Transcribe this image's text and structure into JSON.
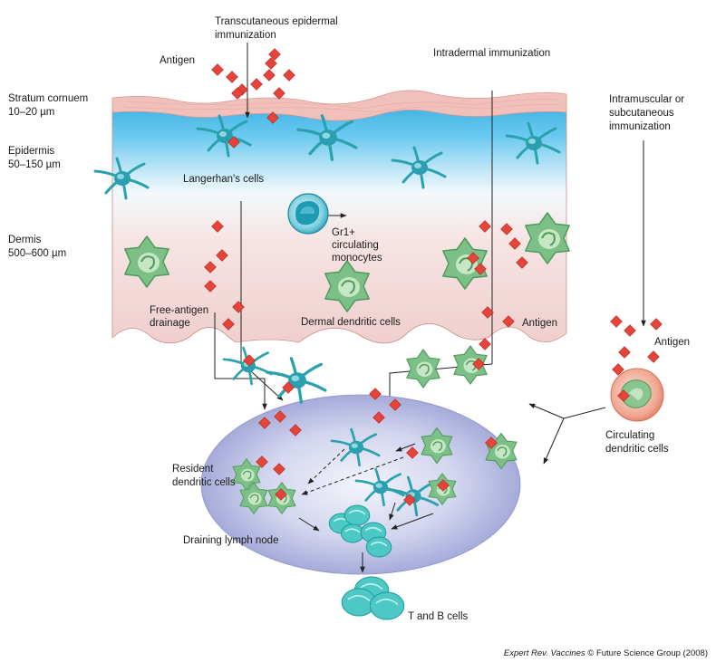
{
  "labels": {
    "transcutaneous": [
      "Transcutaneous epidermal",
      "immunization"
    ],
    "antigen_top": "Antigen",
    "intradermal": "Intradermal immunization",
    "stratum": [
      "Stratum cornuem",
      "10–20 µm"
    ],
    "epidermis": [
      "Epidermis",
      "50–150 µm"
    ],
    "dermis": [
      "Dermis",
      "500–600 µm"
    ],
    "intramuscular": [
      "Intramuscular or",
      "subcutaneous",
      "immunization"
    ],
    "langerhans": "Langerhan's cells",
    "gr1": [
      "Gr1+",
      "circulating",
      "monocytes"
    ],
    "free_antigen": [
      "Free-antigen",
      "drainage"
    ],
    "dermal_dc": "Dermal dendritic cells",
    "antigen_mid": "Antigen",
    "antigen_right": "Antigen",
    "circulating_dc": [
      "Circulating",
      "dendritic cells"
    ],
    "resident_dc": [
      "Resident",
      "dendritic cells"
    ],
    "lymph_node": "Draining lymph node",
    "tb_cells": "T and B cells"
  },
  "caption": {
    "journal": "Expert Rev. Vaccines",
    "rest": " © Future Science Group (2008)"
  },
  "colors": {
    "antigen": "#e4443a",
    "skin_surface": "#f3c7c2",
    "epidermis_blue": "#5cc3ea",
    "dermis_pink": "#f2d8d6",
    "langerhans_teal": "#2aa2ad",
    "dermal_dc_green": "#7cc087",
    "lymph_node": "#b9bde0",
    "lymphocyte": "#4ec8c5",
    "arrow": "#222222"
  }
}
